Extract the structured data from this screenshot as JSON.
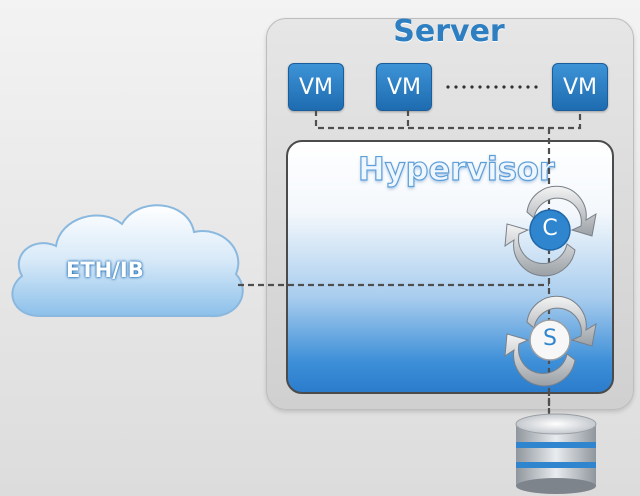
{
  "server": {
    "title": "Server"
  },
  "vms": [
    {
      "label": "VM"
    },
    {
      "label": "VM"
    },
    {
      "label": "VM"
    }
  ],
  "hypervisor": {
    "title": "Hypervisor"
  },
  "network": {
    "label": "ETH/IB"
  },
  "compute_sync": {
    "label": "C"
  },
  "storage_sync": {
    "label": "S"
  },
  "colors": {
    "accent_blue": "#2e7fc2",
    "vm_blue": "#1e6bb0",
    "line_gray": "#5a5a5a"
  }
}
